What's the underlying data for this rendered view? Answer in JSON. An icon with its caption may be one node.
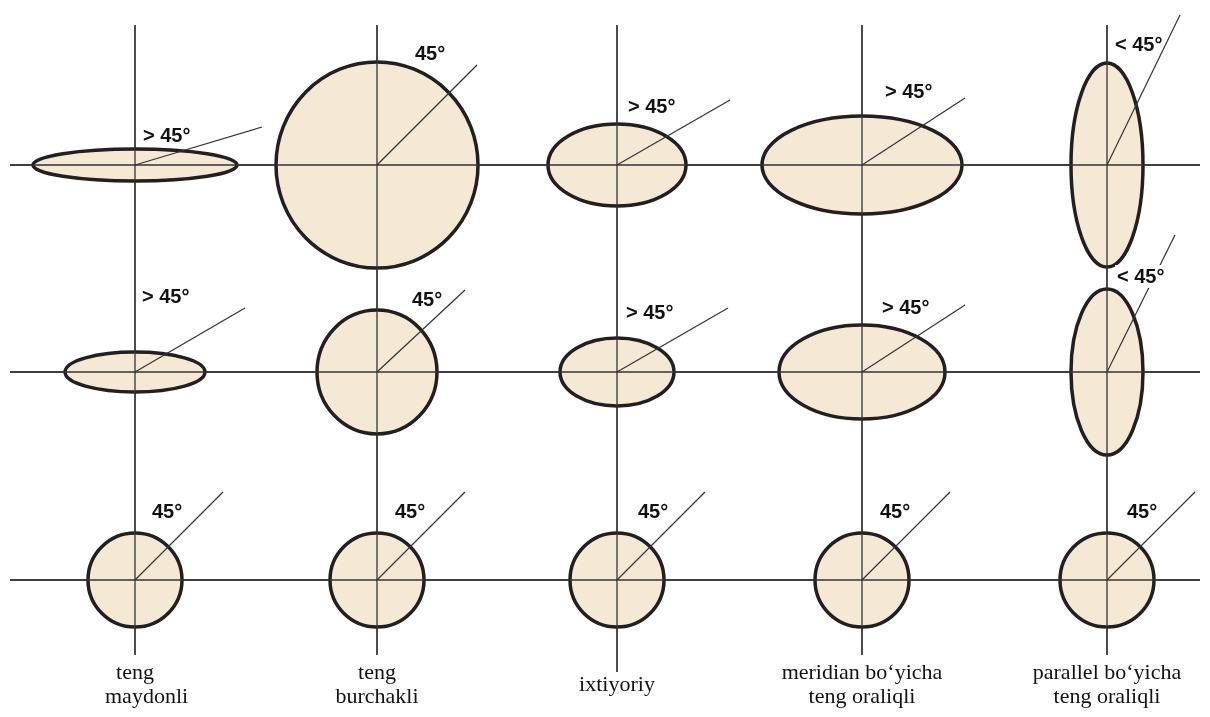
{
  "diagram": {
    "labels": [
      "> 45°",
      "45°",
      "> 45°",
      "> 45°",
      "< 45°",
      "> 45°",
      "45°",
      "> 45°",
      "> 45°",
      "< 45°",
      "45°",
      "45°",
      "45°",
      "45°",
      "45°",
      "teng maydonli",
      "teng burchakli",
      "ixtiyoriy",
      "meridian bo‘yicha teng oraliqli",
      "parallel bo‘yicha teng oraliqli"
    ]
  }
}
